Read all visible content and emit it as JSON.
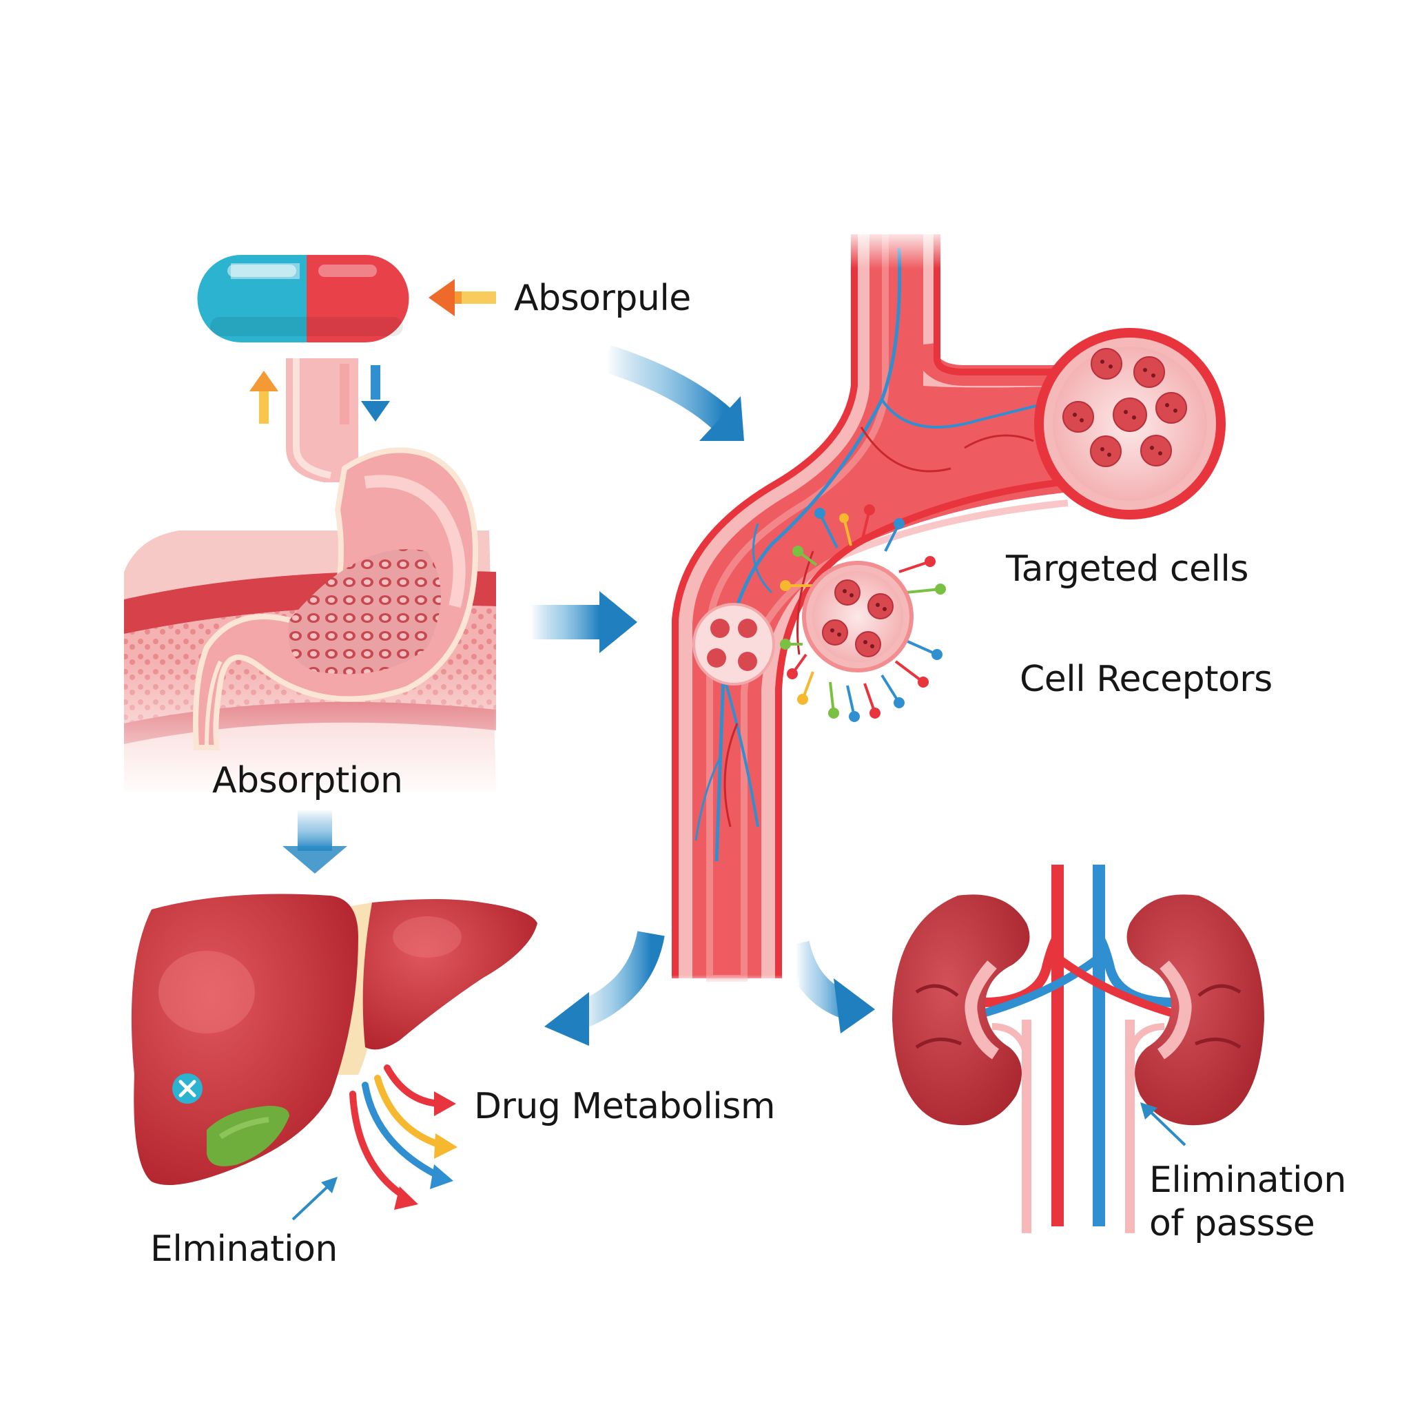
{
  "labels": {
    "absorpule": "Absorpule",
    "targeted_cells": "Targeted cells",
    "cell_receptors": "Cell Receptors",
    "absorption": "Absorption",
    "drug_metabolism": "Drug Metabolism",
    "elmination": "Elmination",
    "elimination_of_passse_line1": "Elimination",
    "elimination_of_passse_line2": "of passse"
  },
  "icons": {
    "pill": "capsule-icon",
    "stomach": "stomach-icon",
    "blood_vessel": "blood-vessel-icon",
    "cells": "cell-icon",
    "receptor": "receptor-icon",
    "liver": "liver-icon",
    "gallbladder": "gallbladder-icon",
    "kidneys": "kidney-icon"
  },
  "colors": {
    "capsule_blue": "#2bb3cf",
    "capsule_red": "#e8414a",
    "vessel_red": "#e8343c",
    "vein_blue": "#2f8fd0",
    "liver": "#c8323a",
    "gallbladder": "#6fae3c",
    "flow_arrow": "#2d8cc6",
    "text": "#161616"
  }
}
